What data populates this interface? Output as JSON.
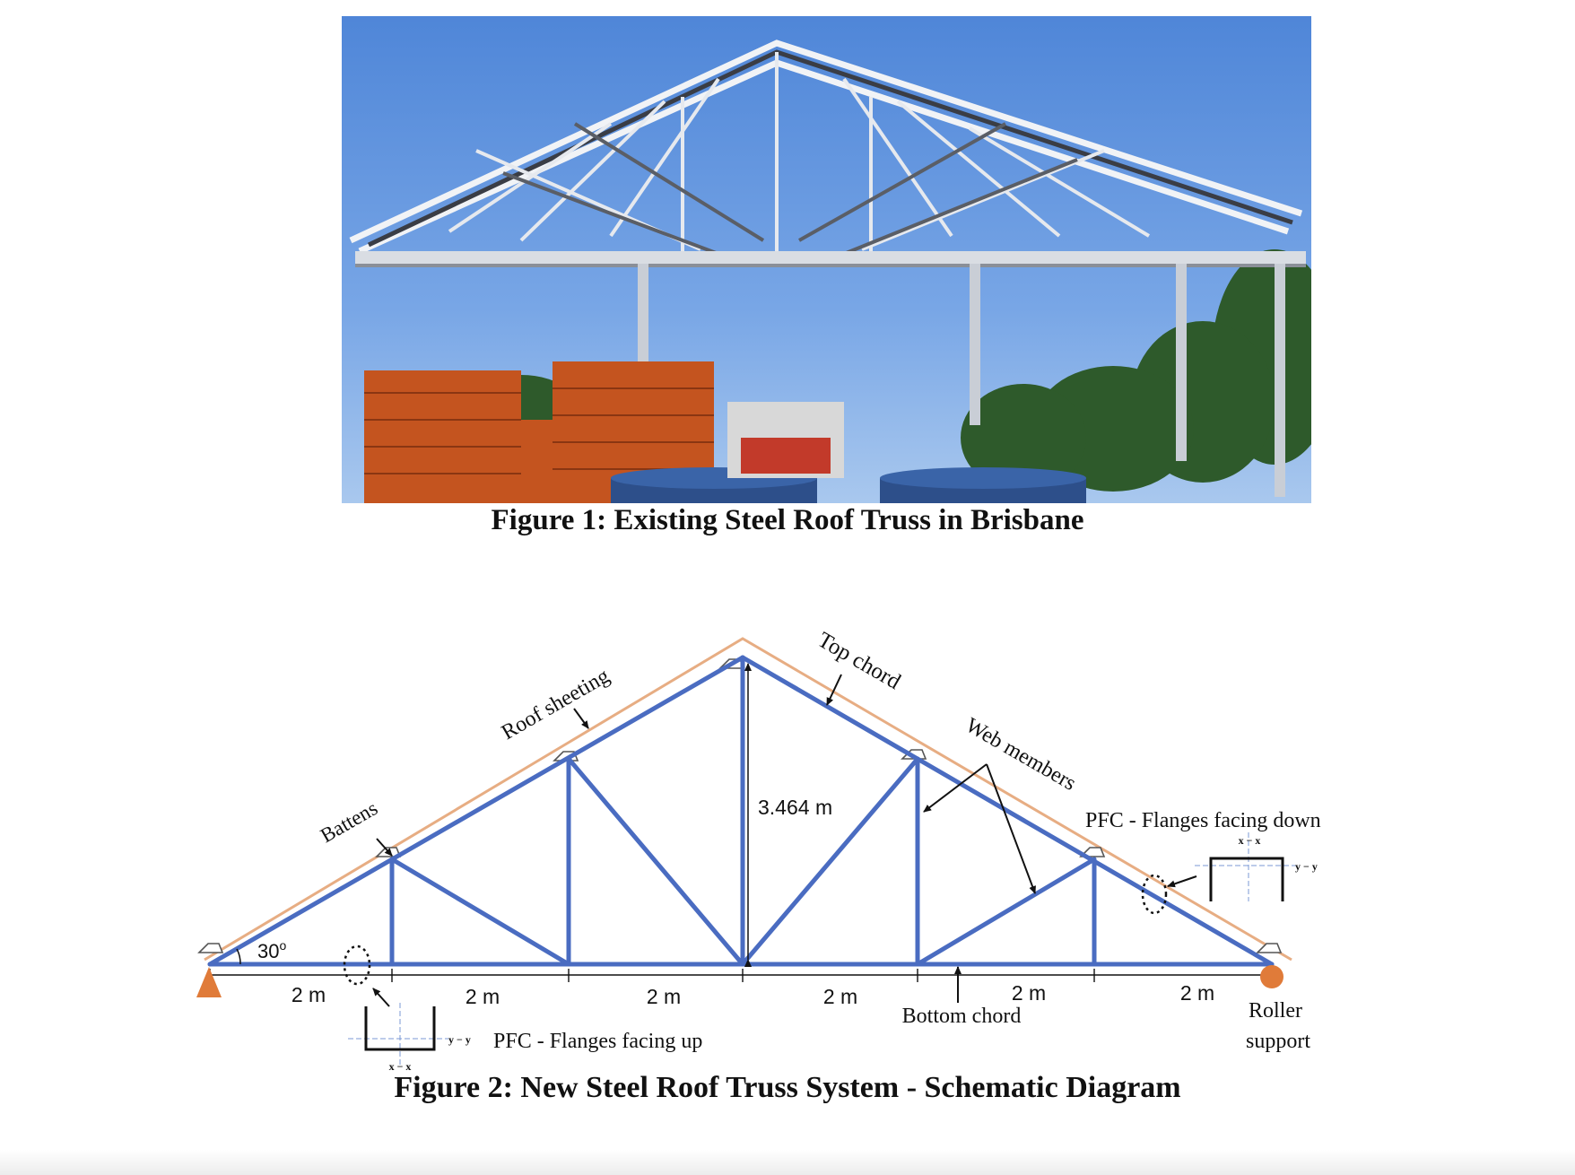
{
  "figure1": {
    "caption": "Figure 1: Existing Steel Roof Truss in Brisbane",
    "photo_subject": "steel roof truss frame under construction with stacked bricks"
  },
  "figure2": {
    "caption": "Figure 2: New Steel Roof Truss System - Schematic Diagram",
    "labels": {
      "roof_sheeting": "Roof sheeting",
      "top_chord": "Top chord",
      "web_members": "Web members",
      "battens": "Battens",
      "height": "3.464 m",
      "angle": "30",
      "angle_unit": "o",
      "bottom_chord": "Bottom chord",
      "roller_support_line1": "Roller",
      "roller_support_line2": "support",
      "pfc_down": "PFC - Flanges facing down",
      "pfc_up": "PFC - Flanges facing up",
      "axis_xx": "x − x",
      "axis_yy": "y − y"
    },
    "spans": [
      "2 m",
      "2 m",
      "2 m",
      "2 m",
      "2 m",
      "2 m"
    ],
    "colors": {
      "member": "#4a6cc1",
      "sheeting": "#e7ad83",
      "support": "#e07b39"
    }
  }
}
